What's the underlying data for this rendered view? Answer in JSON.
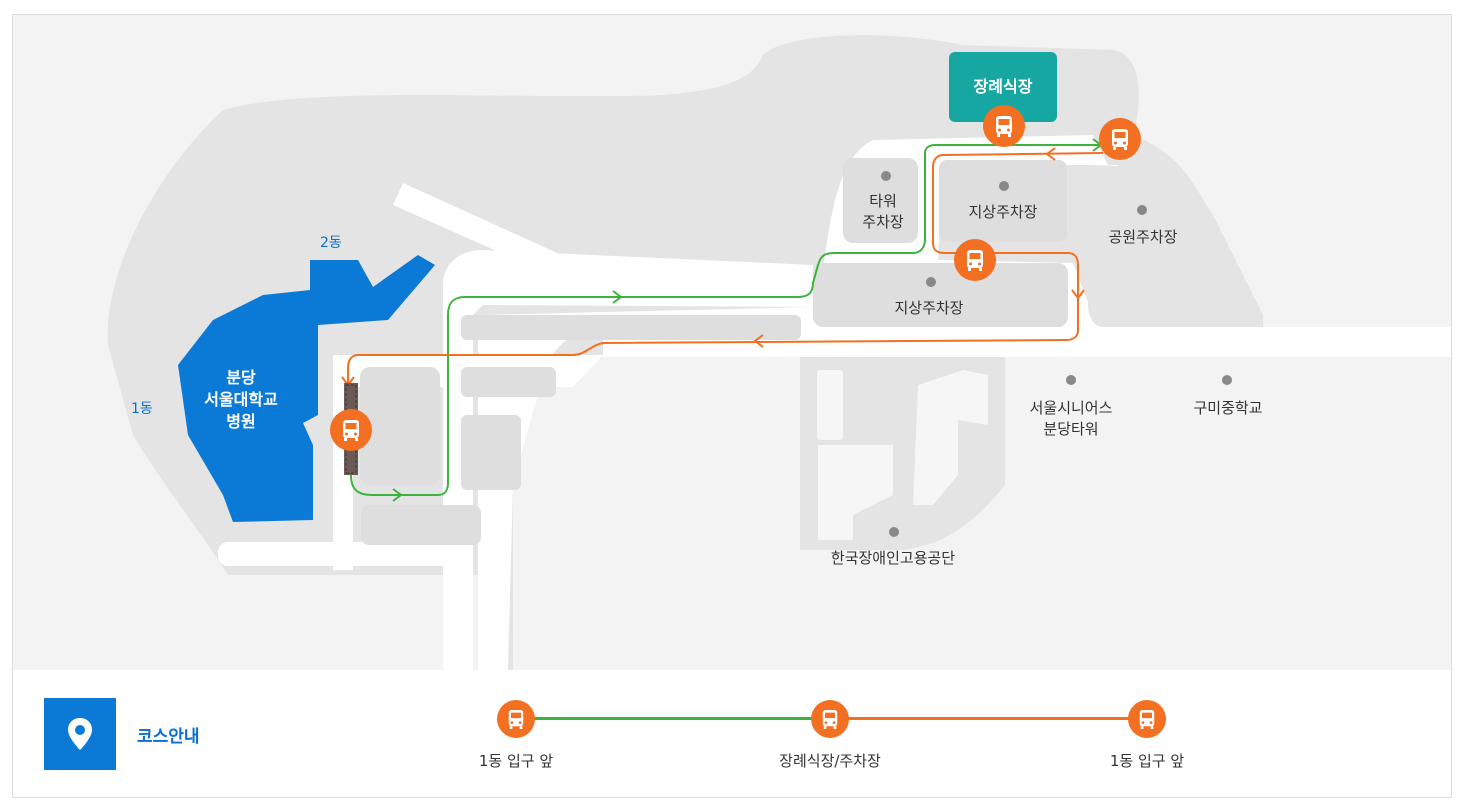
{
  "map": {
    "hospital_name": "분당\n서울대학교\n병원",
    "building_1": "1동",
    "building_2": "2동",
    "funeral_hall": "장례식장",
    "places": [
      {
        "id": "tower-parking",
        "label": "타워\n주차장"
      },
      {
        "id": "ground-parking-north",
        "label": "지상주차장"
      },
      {
        "id": "park-parking",
        "label": "공원주차장"
      },
      {
        "id": "ground-parking-south",
        "label": "지상주차장"
      },
      {
        "id": "senior-tower",
        "label": "서울시니어스\n분당타워"
      },
      {
        "id": "gumi-middle-school",
        "label": "구미중학교"
      },
      {
        "id": "kead",
        "label": "한국장애인고용공단"
      }
    ],
    "colors": {
      "route_green": "#3cb43c",
      "route_orange": "#f36f21",
      "hospital": "#0a7ad6",
      "funeral": "#17a7a2"
    }
  },
  "legend": {
    "title": "코스안내",
    "icon": "map-pin-icon",
    "stops": [
      "1동 입구 앞",
      "장례식장/주차장",
      "1동 입구 앞"
    ]
  }
}
